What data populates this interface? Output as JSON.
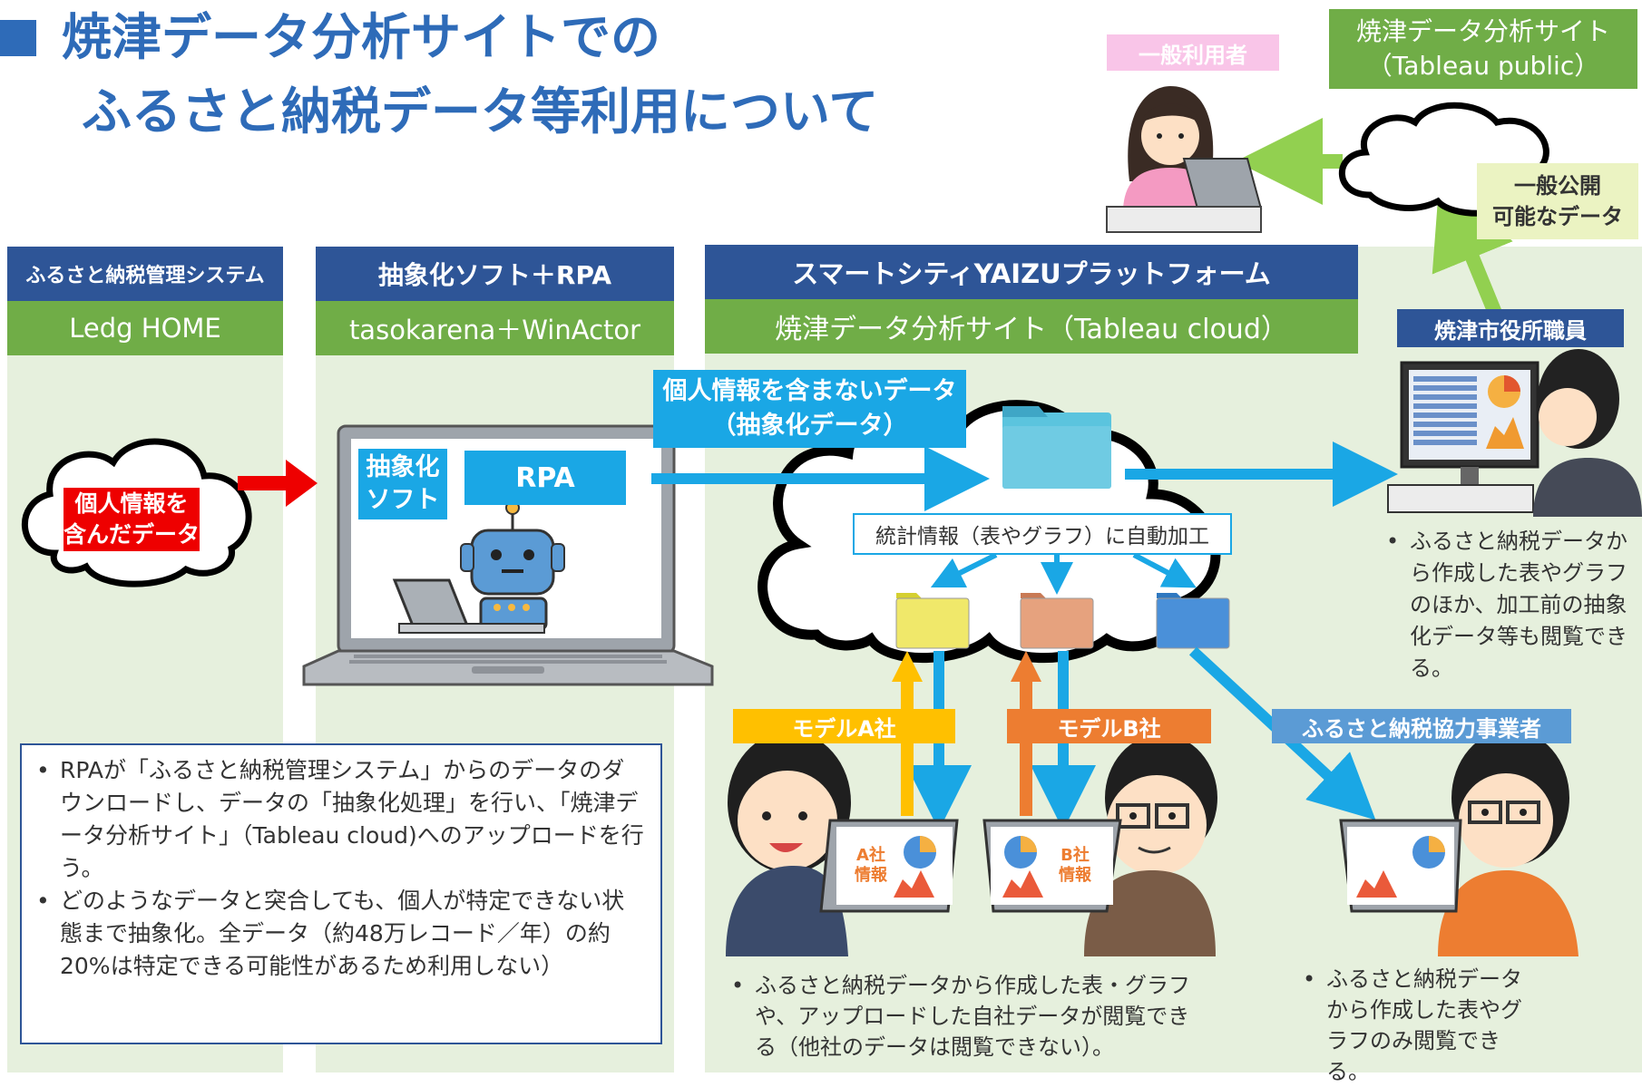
{
  "title": {
    "line1": "焼津データ分析サイトでの",
    "line2": "ふるさと納税データ等利用について"
  },
  "columns": {
    "furusato": {
      "header": "ふるさと納税管理システム",
      "sub": "Ledg HOME"
    },
    "rpa": {
      "header": "抽象化ソフト＋RPA",
      "sub": "tasokarena＋WinActor"
    },
    "smart": {
      "header": "スマートシティYAIZUプラットフォーム",
      "sub": "焼津データ分析サイト（Tableau cloud）"
    }
  },
  "cloud_left": {
    "line1": "個人情報を",
    "line2": "含んだデータ"
  },
  "laptop_labels": {
    "soft_line1": "抽象化",
    "soft_line2": "ソフト",
    "rpa": "RPA"
  },
  "no_personal": {
    "line1": "個人情報を含まないデータ",
    "line2": "（抽象化データ）"
  },
  "auto_process": "統計情報（表やグラフ）に自動加工",
  "general_user": "一般利用者",
  "public_site": {
    "line1": "焼津データ分析サイト",
    "line2": "（Tableau public）"
  },
  "public_data": {
    "line1": "一般公開",
    "line2": "可能なデータ"
  },
  "staff": "焼津市役所職員",
  "staff_note": "ふるさと納税データから作成した表やグラフのほか、加工前の抽象化データ等も閲覧できる。",
  "model_a": "モデルA社",
  "model_b": "モデルB社",
  "partner": "ふるさと納税協力事業者",
  "screen_a": {
    "line1": "A社",
    "line2": "情報"
  },
  "screen_b": {
    "line1": "B社",
    "line2": "情報"
  },
  "left_notes": [
    "RPAが「ふるさと納税管理システム」からのデータのダウンロードし、データの「抽象化処理」を行い、「焼津データ分析サイト」（Tableau cloud)へのアップロードを行う。",
    "どのようなデータと突合しても、個人が特定できない状態まで抽象化。全データ（約48万レコード／年）の約20%は特定できる可能性があるため利用しない）"
  ],
  "model_note": "ふるさと納税データから作成した表・グラフや、アップロードした自社データが閲覧できる（他社のデータは閲覧できない）。",
  "partner_note": "ふるさと納税データから作成した表やグラフのみ閲覧できる。",
  "colors": {
    "navy": "#2e5597",
    "green": "#70ad47",
    "pale_green": "#e6f0dd",
    "sky": "#1aa7e5",
    "orange": "#ed7d31",
    "amber": "#ffc000",
    "red": "#ee0000",
    "light_green": "#92d050",
    "pink": "#f9c5e8"
  },
  "icons": [
    "cloud-icon",
    "laptop-icon",
    "robot-icon",
    "folder-icon",
    "person-icon",
    "chart-icon"
  ]
}
